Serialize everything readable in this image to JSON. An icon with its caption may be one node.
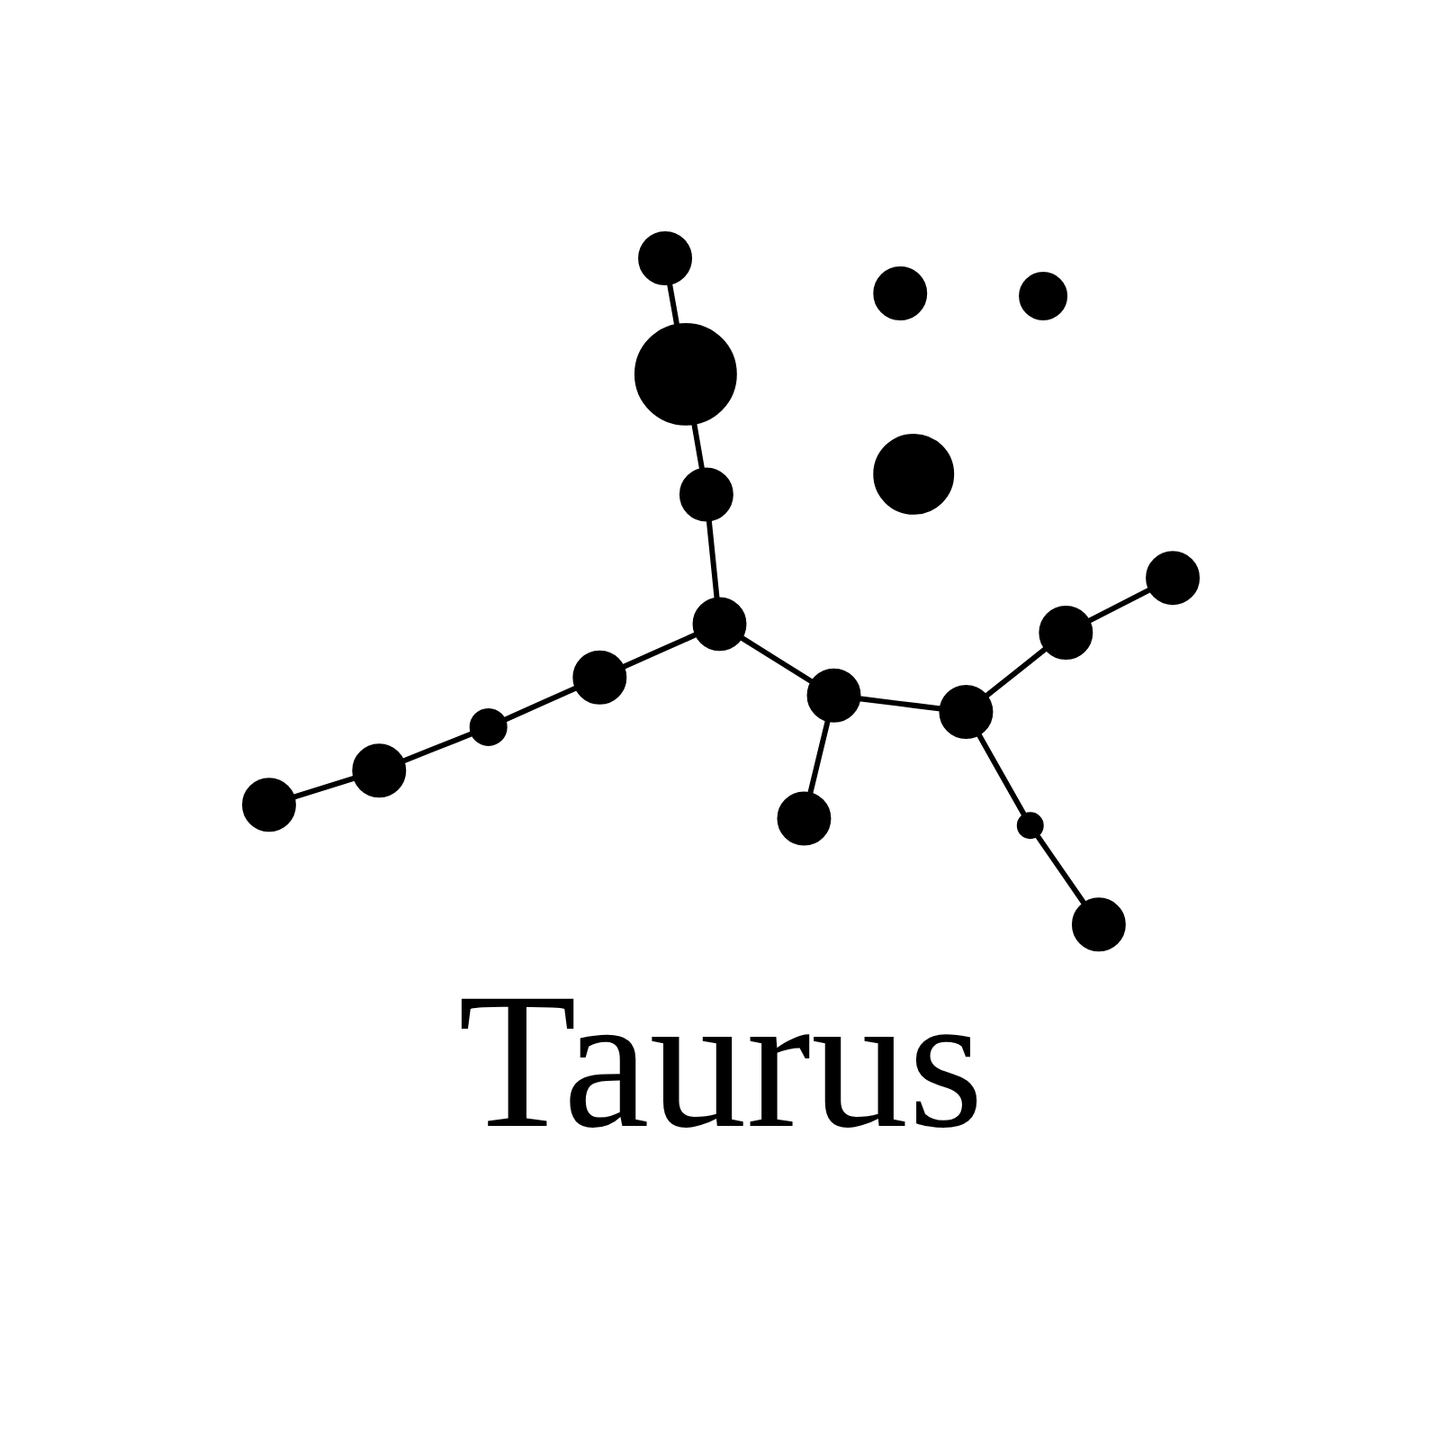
{
  "diagram": {
    "caption": "Taurus",
    "nodes": [
      {
        "text": [],
        "shape": "circle"
      },
      {
        "text": [],
        "shape": "circle"
      },
      {
        "text": [],
        "shape": "circle"
      },
      {
        "text": [],
        "shape": "circle"
      },
      {
        "text": [],
        "shape": "circle"
      },
      {
        "text": [],
        "shape": "circle"
      },
      {
        "text": [],
        "shape": "circle"
      },
      {
        "text": [],
        "shape": "circle"
      },
      {
        "text": [],
        "shape": "circle"
      },
      {
        "text": [],
        "shape": "circle"
      },
      {
        "text": [],
        "shape": "circle"
      },
      {
        "text": [],
        "shape": "circle"
      },
      {
        "text": [],
        "shape": "circle"
      },
      {
        "text": [],
        "shape": "circle"
      },
      {
        "text": [],
        "shape": "circle"
      },
      {
        "text": [],
        "shape": "circle"
      },
      {
        "text": [],
        "shape": "circle"
      },
      {
        "text": [],
        "shape": "circle"
      }
    ],
    "edges": [
      {
        "from": 1,
        "to": 8,
        "arrow": "none"
      },
      {
        "from": 0,
        "to": 6,
        "arrow": "none"
      },
      {
        "from": 6,
        "to": 7,
        "arrow": "none"
      },
      {
        "from": 7,
        "to": 9,
        "arrow": "none"
      },
      {
        "from": 9,
        "to": 12,
        "arrow": "none"
      },
      {
        "from": 8,
        "to": 11,
        "arrow": "none"
      },
      {
        "from": 11,
        "to": 12,
        "arrow": "none"
      },
      {
        "from": 12,
        "to": 13,
        "arrow": "none"
      },
      {
        "from": 13,
        "to": 15,
        "arrow": "none"
      },
      {
        "from": 13,
        "to": 14,
        "arrow": "none"
      },
      {
        "from": 14,
        "to": 10,
        "arrow": "none"
      },
      {
        "from": 10,
        "to": 5,
        "arrow": "none"
      },
      {
        "from": 14,
        "to": 16,
        "arrow": "none"
      },
      {
        "from": 16,
        "to": 17,
        "arrow": "none"
      }
    ]
  }
}
